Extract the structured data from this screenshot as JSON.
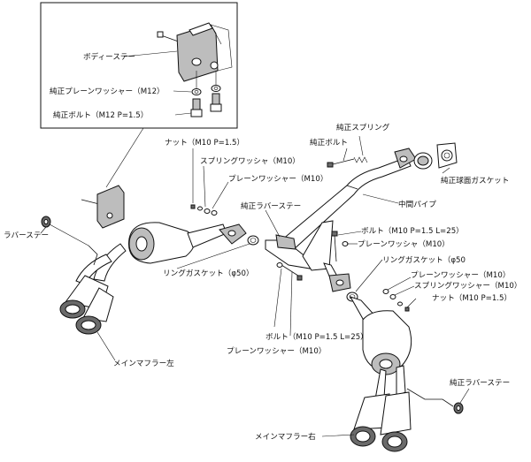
{
  "labels": {
    "body_stay": "ボディーステー",
    "oem_washer_m12": "純正プレーンワッシャー（M12）",
    "oem_bolt_m12": "純正ボルト（M12 P=1.5）",
    "nut_m10_top": "ナット（M10 P=1.5）",
    "spring_washer_m10_top": "スプリングワッシャ（M10）",
    "plain_washer_m10_top": "プレーンワッシャー（M10）",
    "oem_rubber_stay_mid": "純正ラバーステー",
    "rubber_stay": "ラバーステー",
    "ring_gasket_left": "リングガスケット（φ50）",
    "oem_spring": "純正スプリング",
    "oem_bolt": "純正ボルト",
    "oem_ball_gasket": "純正球面ガスケット",
    "mid_pipe": "中間パイプ",
    "bolt_m10_right": "ボルト（M10 P=1.5 L=25）",
    "plain_washer_m10_right": "プレーンワッシャ（M10）",
    "ring_gasket_right": "リングガスケット（φ50",
    "plain_washer_m10_right2": "プレーンワッシャー（M10）",
    "spring_washer_m10_right": "スプリングワッシャー（M10）",
    "nut_m10_right": "ナット（M10 P=1.5）",
    "bolt_m10_bottom": "ボルト（M10 P=1.5 L=25）",
    "plain_washer_m10_bottom": "プレーンワッシャー（M10）",
    "main_muffler_left": "メインマフラー左",
    "oem_rubber_stay_right": "純正ラバーステー",
    "main_muffler_right": "メインマフラー右"
  }
}
